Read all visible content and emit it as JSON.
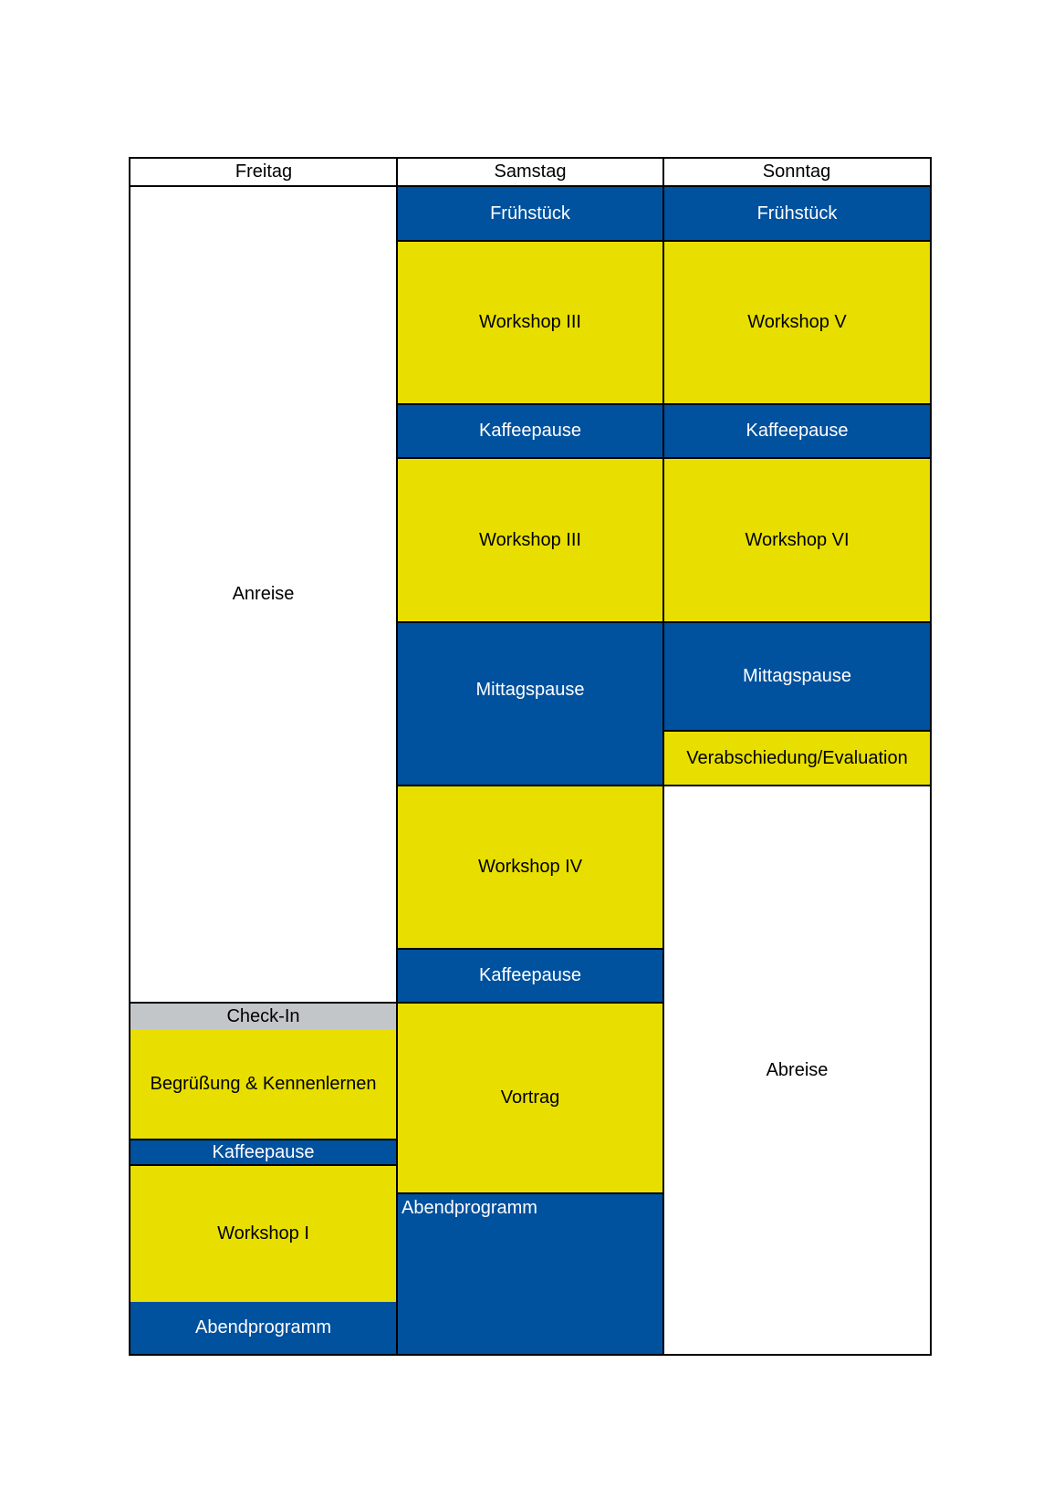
{
  "headers": [
    "Freitag",
    "Samstag",
    "Sonntag"
  ],
  "colors": {
    "blue": "#00519e",
    "yellow": "#e8df00",
    "grey": "#c3c6c8",
    "white": "#ffffff"
  },
  "freitag": {
    "anreise": "Anreise",
    "checkin": "Check-In",
    "begruessung": "Begrüßung & Kennenlernen",
    "kaffeepause": "Kaffeepause",
    "workshop1": "Workshop I",
    "abendprogramm": "Abendprogramm"
  },
  "samstag": {
    "fruehstueck": "Frühstück",
    "workshop3a": "Workshop III",
    "kaffeepause1": "Kaffeepause",
    "workshop3b": "Workshop III",
    "mittagspause": "Mittagspause",
    "workshop4": "Workshop IV",
    "kaffeepause2": "Kaffeepause",
    "vortrag": "Vortrag",
    "abendprogramm": "Abendprogramm"
  },
  "sonntag": {
    "fruehstueck": "Frühstück",
    "workshop5": "Workshop V",
    "kaffeepause": "Kaffeepause",
    "workshop6": "Workshop VI",
    "mittagspause": "Mittagspause",
    "verabschiedung": "Verabschiedung/Evaluation",
    "abreise": "Abreise"
  }
}
